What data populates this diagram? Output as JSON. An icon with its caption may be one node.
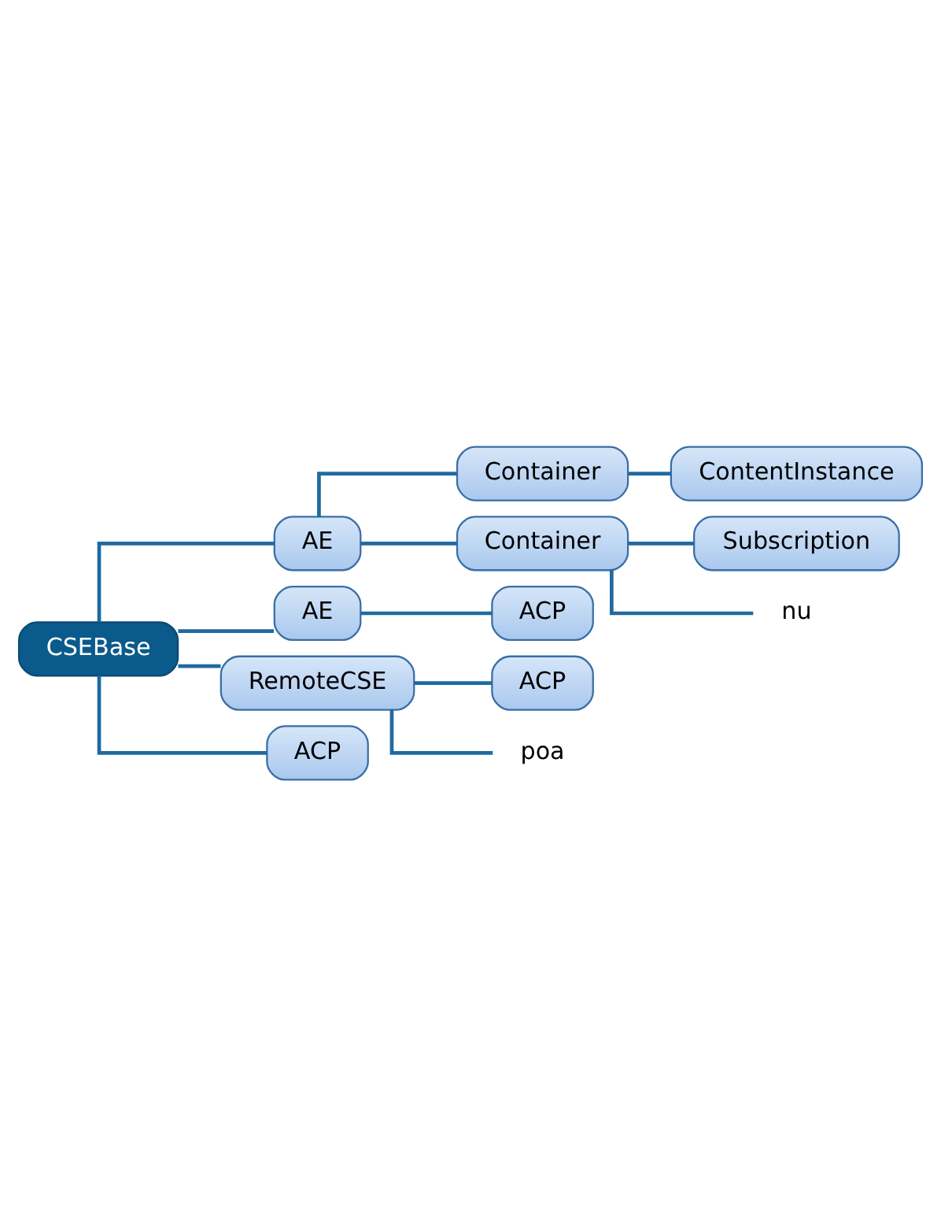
{
  "diagram": {
    "nodes": [
      {
        "text": [
          "CSEBase"
        ]
      },
      {
        "text": [
          "AE"
        ]
      },
      {
        "text": [
          "Container"
        ]
      },
      {
        "text": [
          "ContentInstance"
        ]
      },
      {
        "text": [
          "Container"
        ]
      },
      {
        "text": [
          "Subscription"
        ]
      },
      {
        "text": [
          "nu"
        ]
      },
      {
        "text": [
          "AE"
        ]
      },
      {
        "text": [
          "ACP"
        ]
      },
      {
        "text": [
          "RemoteCSE"
        ]
      },
      {
        "text": [
          "ACP"
        ]
      },
      {
        "text": [
          "poa"
        ]
      },
      {
        "text": [
          "ACP"
        ]
      }
    ],
    "edges": [
      {
        "from": 0,
        "to": 1,
        "arrow": "none"
      },
      {
        "from": 1,
        "to": 2,
        "arrow": "none"
      },
      {
        "from": 2,
        "to": 3,
        "arrow": "none"
      },
      {
        "from": 1,
        "to": 4,
        "arrow": "none"
      },
      {
        "from": 4,
        "to": 5,
        "arrow": "none"
      },
      {
        "from": 4,
        "to": 6,
        "arrow": "none"
      },
      {
        "from": 0,
        "to": 7,
        "arrow": "none"
      },
      {
        "from": 7,
        "to": 8,
        "arrow": "none"
      },
      {
        "from": 0,
        "to": 9,
        "arrow": "none"
      },
      {
        "from": 9,
        "to": 10,
        "arrow": "none"
      },
      {
        "from": 9,
        "to": 11,
        "arrow": "none"
      },
      {
        "from": 0,
        "to": 12,
        "arrow": "none"
      }
    ]
  }
}
